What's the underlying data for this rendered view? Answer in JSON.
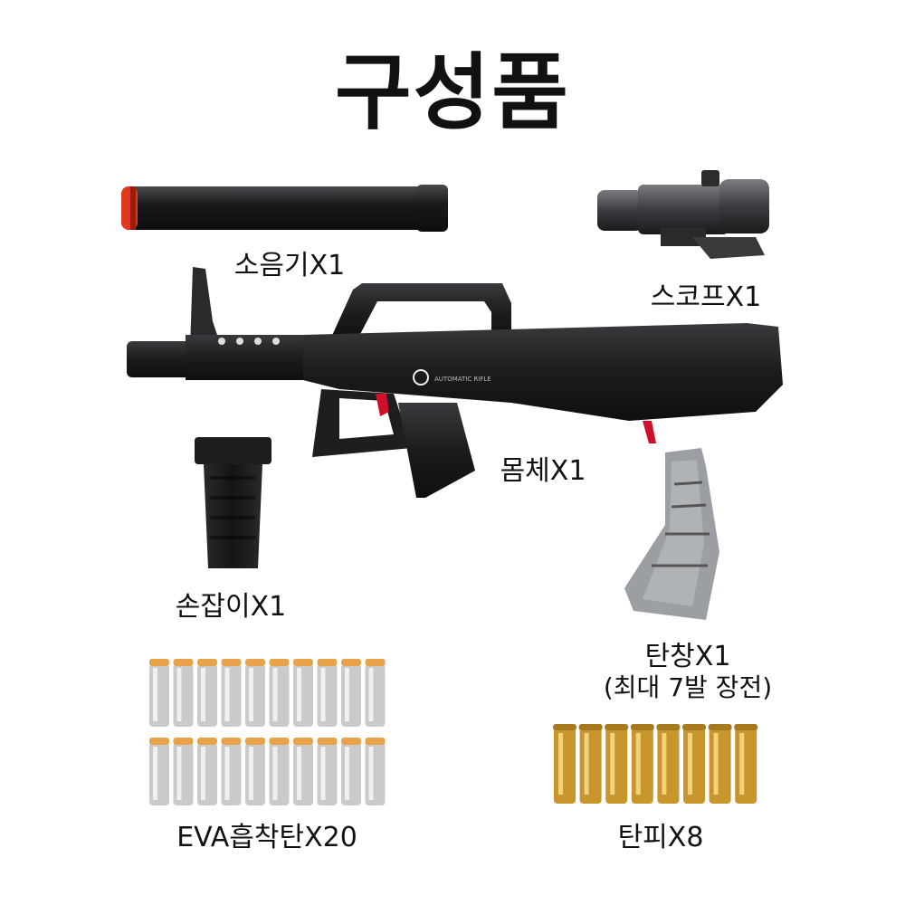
{
  "title": "구성품",
  "items": {
    "silencer": {
      "label": "소음기X1",
      "icon": "silencer-icon"
    },
    "scope": {
      "label": "스코프X1",
      "icon": "scope-icon"
    },
    "body": {
      "label": "몸체X1",
      "icon": "rifle-body-icon",
      "logo_text": "AUTOMATIC RIFLE"
    },
    "grip": {
      "label": "손잡이X1",
      "icon": "foregrip-icon"
    },
    "magazine": {
      "label": "탄창X1",
      "sublabel": "(최대 7발 장전)",
      "icon": "magazine-icon"
    },
    "darts": {
      "label": "EVA흡착탄X20",
      "icon": "foam-dart-icon",
      "count": 20
    },
    "shells": {
      "label": "탄피X8",
      "icon": "shell-casing-icon",
      "count": 8
    }
  },
  "colors": {
    "background": "#ffffff",
    "text": "#111111",
    "gun_black": "#1c1c1e",
    "gun_dark": "#2a2a2d",
    "trigger_red": "#d0102a",
    "silencer_tip": "#e03a1e",
    "dart_grey": "#c8cacc",
    "dart_tip": "#e8a24a",
    "brass": "#c9962e"
  }
}
